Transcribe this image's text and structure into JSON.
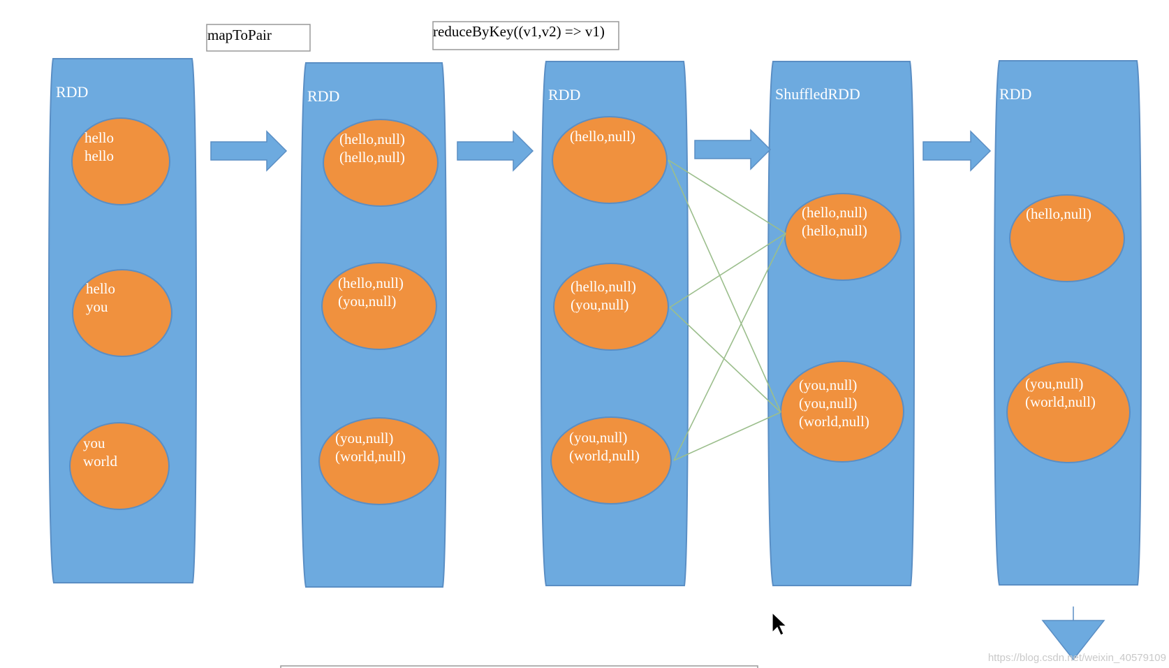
{
  "ops": {
    "map_to_pair": "mapToPair",
    "reduce_by_key": "reduceByKey((v1,v2) => v1)"
  },
  "columns": [
    {
      "label": "RDD",
      "partitions": [
        [
          "hello",
          "hello"
        ],
        [
          "hello",
          "you"
        ],
        [
          "you",
          "world"
        ]
      ]
    },
    {
      "label": "RDD",
      "partitions": [
        [
          "(hello,null)",
          "(hello,null)"
        ],
        [
          "(hello,null)",
          "(you,null)"
        ],
        [
          "(you,null)",
          "(world,null)"
        ]
      ]
    },
    {
      "label": "RDD",
      "partitions": [
        [
          "(hello,null)"
        ],
        [
          "(hello,null)",
          "(you,null)"
        ],
        [
          "(you,null)",
          "(world,null)"
        ]
      ]
    },
    {
      "label": "ShuffledRDD",
      "partitions": [
        [
          "(hello,null)",
          "(hello,null)"
        ],
        [
          "(you,null)",
          "(you,null)",
          "(world,null)"
        ]
      ]
    },
    {
      "label": "RDD",
      "partitions": [
        [
          "(hello,null)"
        ],
        [
          "(you,null)",
          "(world,null)"
        ]
      ]
    }
  ],
  "watermark": "https://blog.csdn.net/weixin_40579109",
  "colors": {
    "column": "#6DAADF",
    "partition": "#F0913E",
    "shuffle_line": "#9BBE8C"
  }
}
